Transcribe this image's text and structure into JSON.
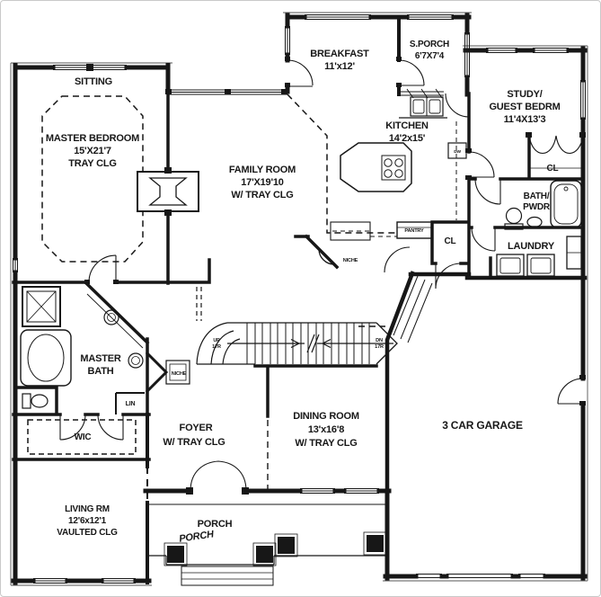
{
  "colors": {
    "ink": "#171717",
    "paper": "#ffffff",
    "outline": "#555555"
  },
  "rooms": {
    "sitting": {
      "label": "SITTING"
    },
    "master_bedroom": {
      "label": "MASTER BEDROOM",
      "dims": "15'X21'7",
      "ceiling": "TRAY CLG"
    },
    "family_room": {
      "label": "FAMILY ROOM",
      "dims": "17'X19'10",
      "ceiling": "W/ TRAY CLG"
    },
    "breakfast": {
      "label": "BREAKFAST",
      "dims": "11'x12'"
    },
    "screened_porch": {
      "label": "S.PORCH",
      "dims": "6'7X7'4"
    },
    "kitchen": {
      "label": "KITCHEN",
      "dims": "14'2x15'"
    },
    "study": {
      "label": "STUDY/",
      "label2": "GUEST BEDRM",
      "dims": "11'4X13'3"
    },
    "study_closet": {
      "label": "CL"
    },
    "bath": {
      "label": "BATH/",
      "label2": "PWDR"
    },
    "laundry": {
      "label": "LAUNDRY"
    },
    "hall_closet": {
      "label": "CL"
    },
    "pantry": {
      "label": "PANTRY"
    },
    "dishwasher": {
      "label": "DW"
    },
    "niche_kitchen": {
      "label": "NICHE"
    },
    "niche_hall": {
      "label": "NICHE"
    },
    "master_bath": {
      "label": "MASTER",
      "label2": "BATH"
    },
    "linen": {
      "label": "LIN"
    },
    "wic": {
      "label": "WIC"
    },
    "foyer": {
      "label": "FOYER",
      "ceiling": "W/ TRAY CLG"
    },
    "dining": {
      "label": "DINING ROOM",
      "dims": "13'x16'8",
      "ceiling": "W/ TRAY CLG"
    },
    "garage": {
      "label": "3 CAR GARAGE"
    },
    "living": {
      "label": "LIVING RM",
      "dims": "12'6x12'1",
      "ceiling": "VAULTED CLG"
    },
    "porch": {
      "label": "PORCH",
      "label_script": "PORCH"
    },
    "stairs": {
      "up": "UP",
      "up_count": "17R",
      "down": "DN",
      "down_count": "17R"
    }
  }
}
